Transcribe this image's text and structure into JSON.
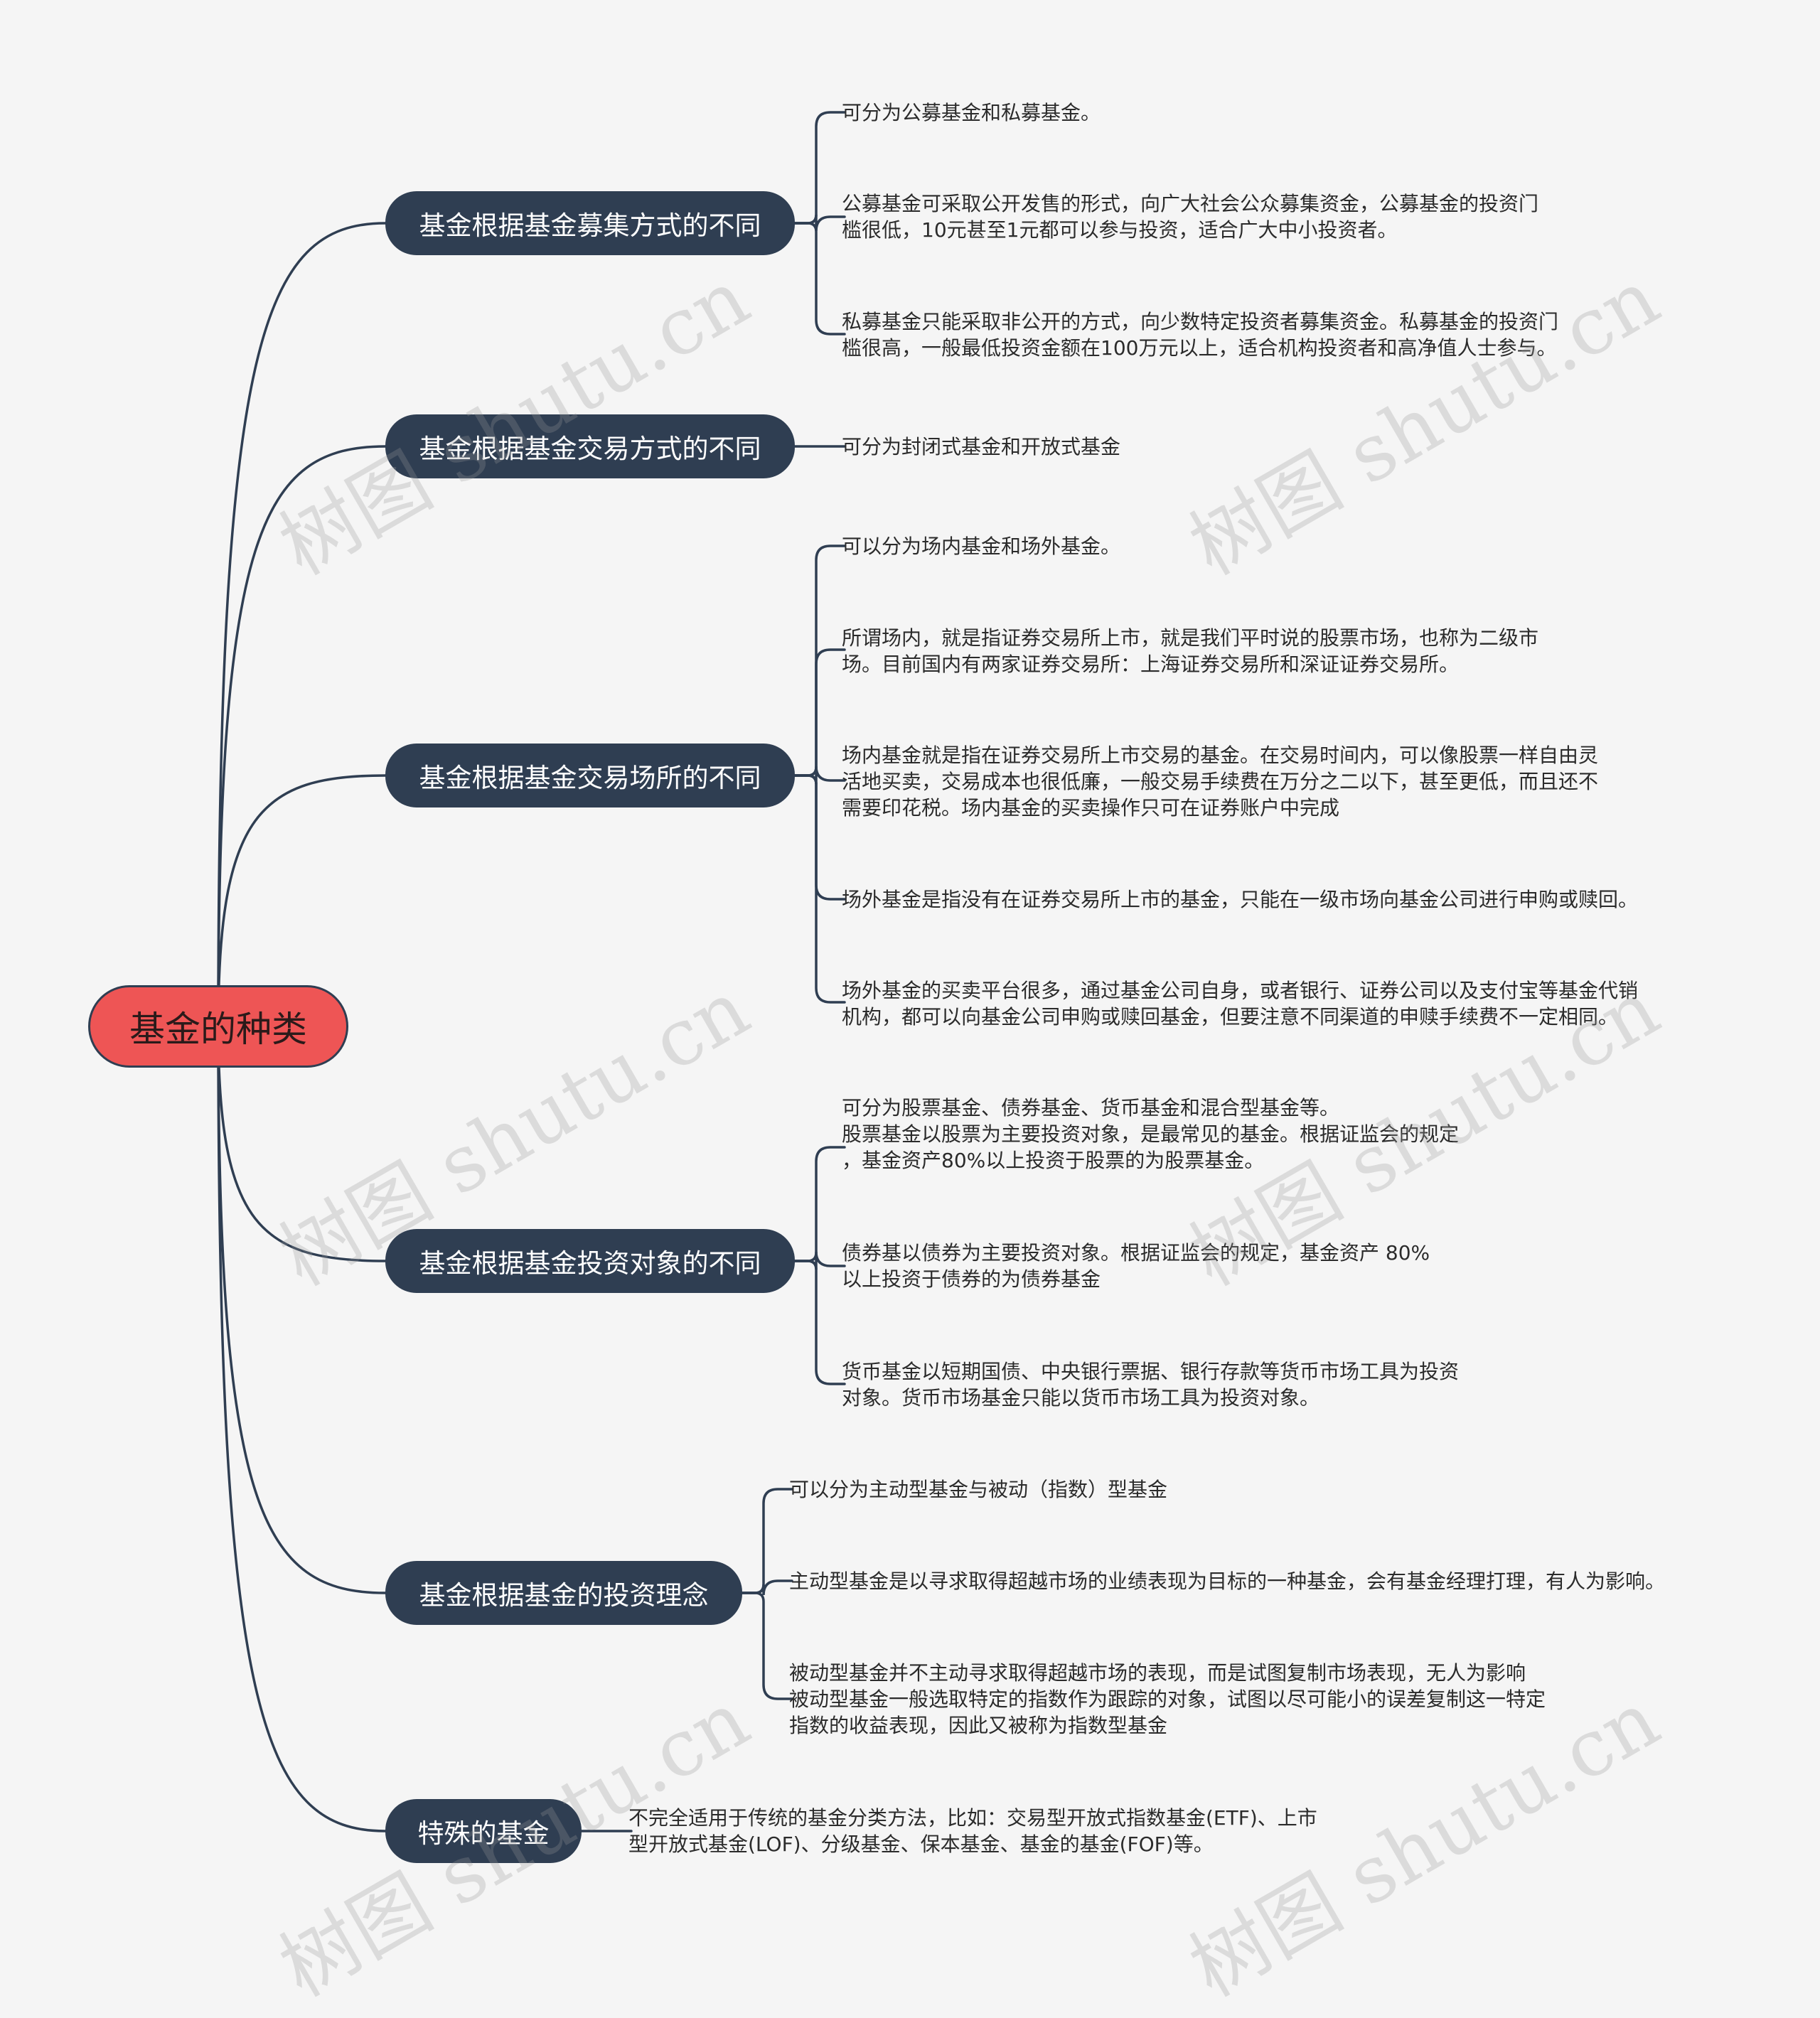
{
  "root": {
    "label": "基金的种类"
  },
  "branches": [
    {
      "label": "基金根据基金募集方式的不同",
      "leaves": [
        "可分为公募基金和私募基金。",
        "公募基金可采取公开发售的形式，向广大社会公众募集资金，公募基金的投资门\n槛很低，10元甚至1元都可以参与投资，适合广大中小投资者。",
        "私募基金只能采取非公开的方式，向少数特定投资者募集资金。私募基金的投资门\n槛很高，一般最低投资金额在100万元以上，适合机构投资者和高净值人士参与。"
      ]
    },
    {
      "label": "基金根据基金交易方式的不同",
      "leaves": [
        "可分为封闭式基金和开放式基金"
      ]
    },
    {
      "label": "基金根据基金交易场所的不同",
      "leaves": [
        "可以分为场内基金和场外基金。",
        "所谓场内，就是指证券交易所上市，就是我们平时说的股票市场，也称为二级市\n场。目前国内有两家证券交易所：上海证券交易所和深证证券交易所。",
        "场内基金就是指在证券交易所上市交易的基金。在交易时间内，可以像股票一样自由灵\n活地买卖，交易成本也很低廉，一般交易手续费在万分之二以下，甚至更低，而且还不\n需要印花税。场内基金的买卖操作只可在证券账户中完成",
        "场外基金是指没有在证券交易所上市的基金，只能在一级市场向基金公司进行申购或赎回。",
        "场外基金的买卖平台很多，通过基金公司自身，或者银行、证券公司以及支付宝等基金代销\n机构，都可以向基金公司申购或赎回基金，但要注意不同渠道的申赎手续费不一定相同。"
      ]
    },
    {
      "label": "基金根据基金投资对象的不同",
      "leaves": [
        "可分为股票基金、债券基金、货币基金和混合型基金等。\n股票基金以股票为主要投资对象，是最常见的基金。根据证监会的规定\n，基金资产80%以上投资于股票的为股票基金。",
        "债券基以债券为主要投资对象。根据证监会的规定，基金资产 80%\n以上投资于债券的为债券基金",
        "货币基金以短期国债、中央银行票据、银行存款等货币市场工具为投资\n对象。货币市场基金只能以货币市场工具为投资对象。"
      ]
    },
    {
      "label": "基金根据基金的投资理念",
      "leaves": [
        "可以分为主动型基金与被动（指数）型基金",
        "主动型基金是以寻求取得超越市场的业绩表现为目标的一种基金，会有基金经理打理，有人为影响。",
        "被动型基金并不主动寻求取得超越市场的表现，而是试图复制市场表现，无人为影响\n被动型基金一般选取特定的指数作为跟踪的对象，试图以尽可能小的误差复制这一特定\n指数的收益表现，因此又被称为指数型基金"
      ]
    },
    {
      "label": "特殊的基金",
      "leaves": [
        "不完全适用于传统的基金分类方法，比如：交易型开放式指数基金(ETF)、上市\n型开放式基金(LOF)、分级基金、保本基金、基金的基金(FOF)等。"
      ]
    }
  ],
  "watermark": "树图 shutu.cn",
  "colors": {
    "line": "#2f3e52",
    "branch_bg": "#2f3e52",
    "root_bg": "#ee5555",
    "background": "#f5f5f5"
  }
}
